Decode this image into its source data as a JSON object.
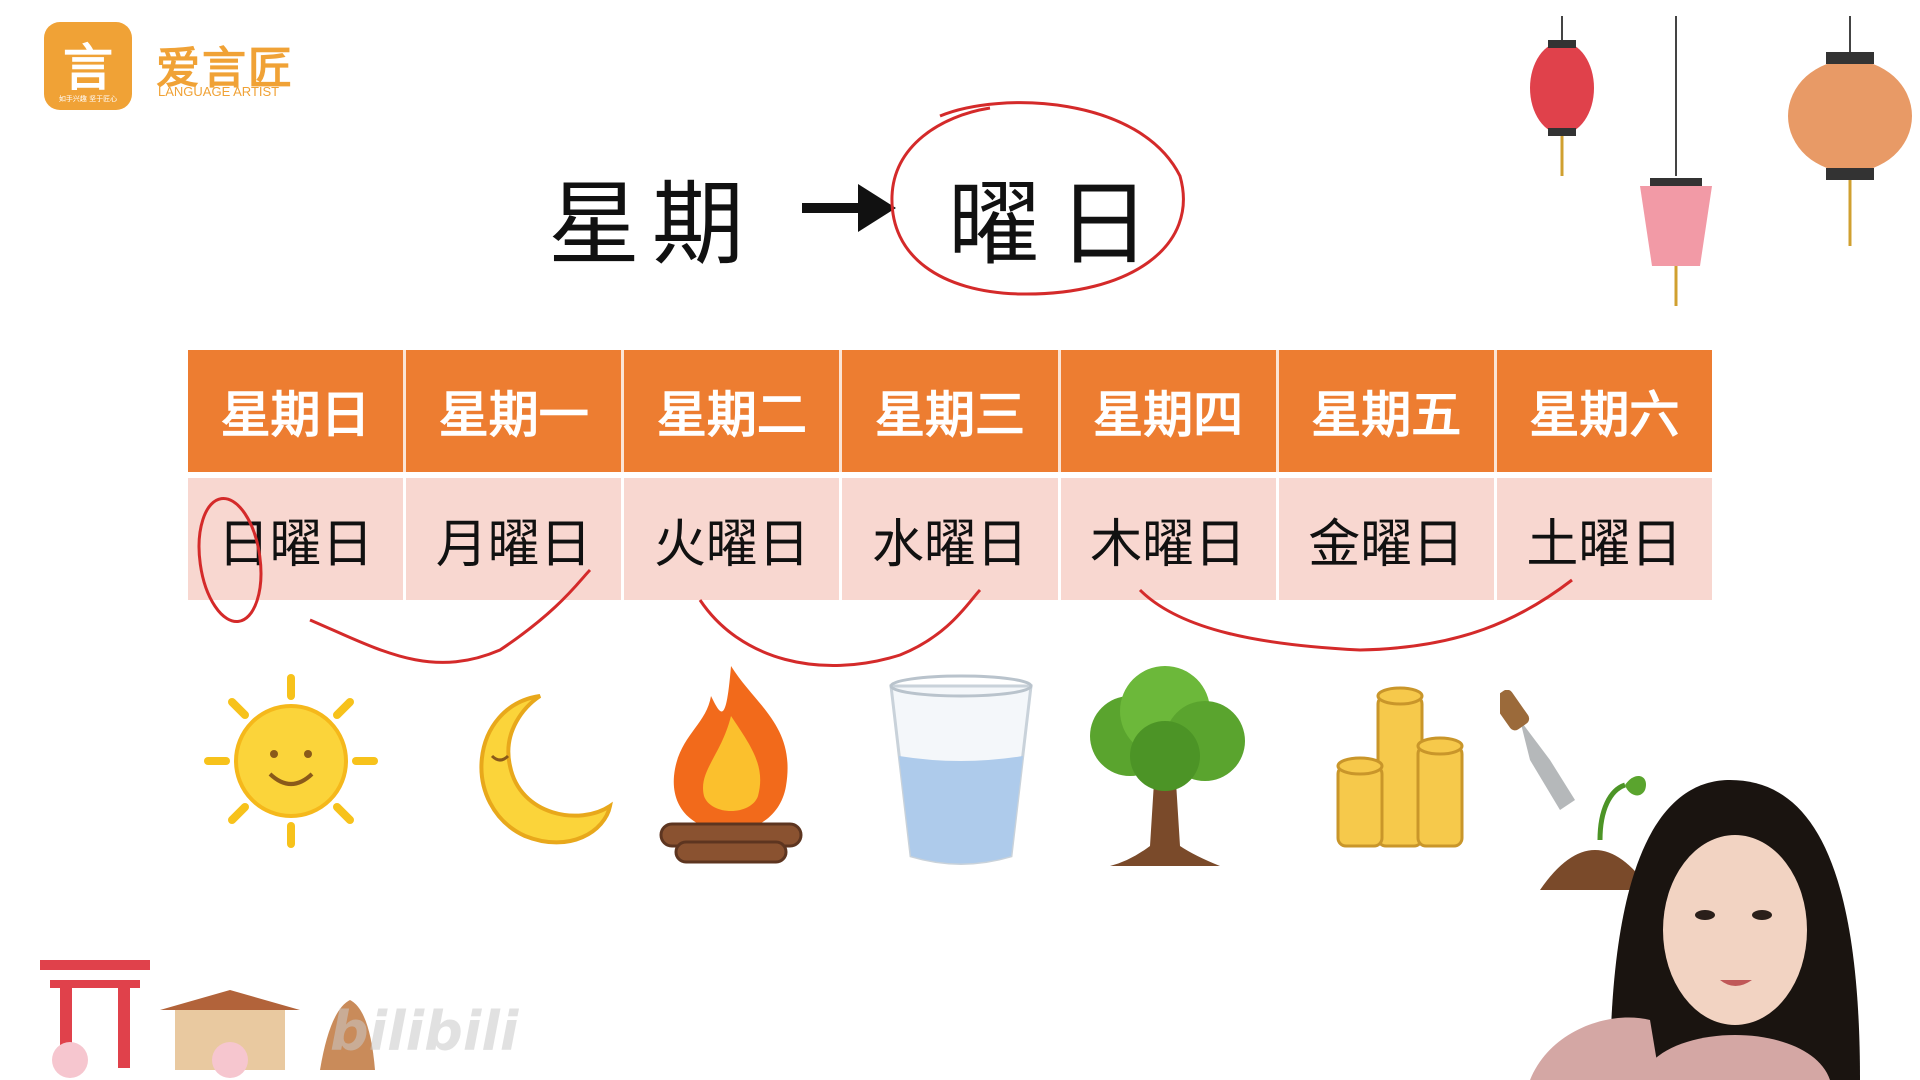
{
  "logo": {
    "glyph": "言",
    "tagline": "如手兴趣 坚于匠心",
    "name": "爱言匠",
    "subtitle": "LANGUAGE ARTIST"
  },
  "heading": {
    "left": "星期",
    "right": "曜日"
  },
  "table": {
    "headers": [
      "星期日",
      "星期一",
      "星期二",
      "星期三",
      "星期四",
      "星期五",
      "星期六"
    ],
    "values": [
      "日曜日",
      "月曜日",
      "火曜日",
      "水曜日",
      "木曜日",
      "金曜日",
      "土曜日"
    ]
  },
  "icons": [
    "sun-icon",
    "moon-icon",
    "fire-icon",
    "water-glass-icon",
    "tree-icon",
    "gold-coins-icon",
    "soil-sprout-icon"
  ],
  "colors": {
    "header_bg": "#ed7d31",
    "row_bg": "#f8d7d0",
    "logo": "#f0a236",
    "annotation": "#d42a2a"
  },
  "watermark": "bilibili"
}
